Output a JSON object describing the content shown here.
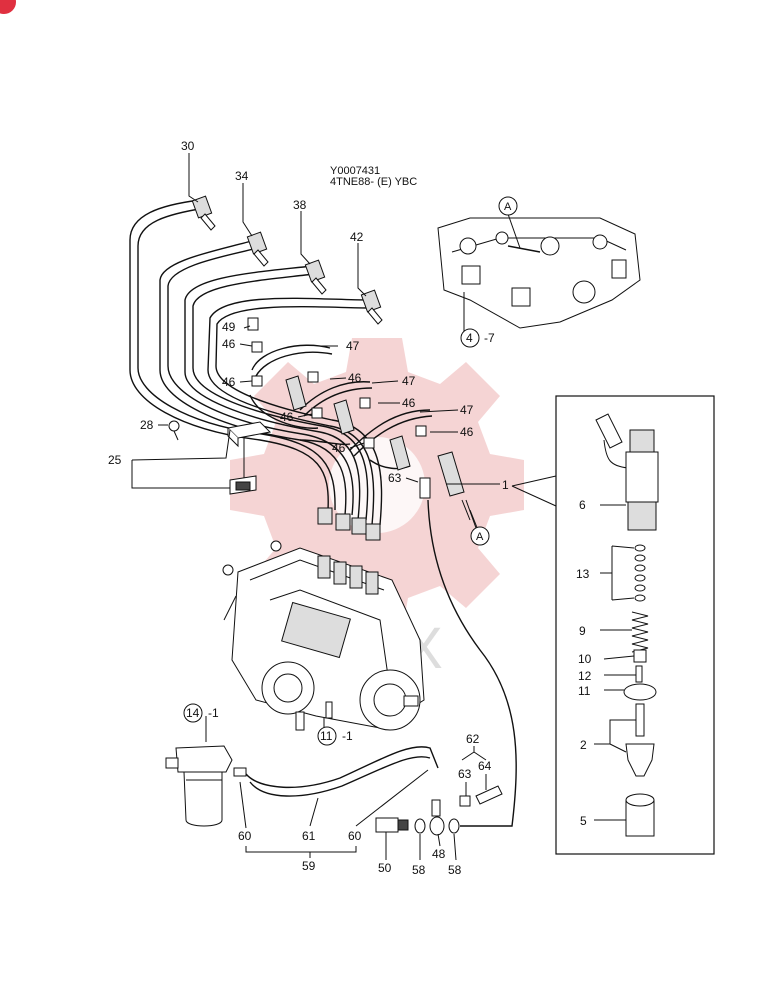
{
  "diagram": {
    "ref_code": "Y0007431",
    "model": "4TNE88- (E) YBC",
    "watermark": "TEX",
    "corner_badge_color": "#e03040",
    "watermark_color": "#e8a0a0"
  },
  "callouts": {
    "c30": "30",
    "c34": "34",
    "c38": "38",
    "c42": "42",
    "c49": "49",
    "c46a": "46",
    "c47a": "47",
    "c46b": "46",
    "c46c": "46",
    "c47b": "47",
    "c46d": "46",
    "c46e": "46",
    "c47c": "47",
    "c46f": "46",
    "c46g": "46",
    "c28": "28",
    "c25": "25",
    "c63a": "63",
    "c1": "1",
    "cA1": "A",
    "cA2": "A",
    "c4": "4",
    "c4suffix": "-7",
    "c6": "6",
    "c13": "13",
    "c9": "9",
    "c10": "10",
    "c12": "12",
    "c11r": "11",
    "c2": "2",
    "c5": "5",
    "c11": "11",
    "c11suffix": "-1",
    "c14": "14",
    "c14suffix": "-1",
    "c62": "62",
    "c63b": "63",
    "c64": "64",
    "c60a": "60",
    "c61": "61",
    "c60b": "60",
    "c59": "59",
    "c50": "50",
    "c58a": "58",
    "c48": "48",
    "c58b": "58"
  }
}
